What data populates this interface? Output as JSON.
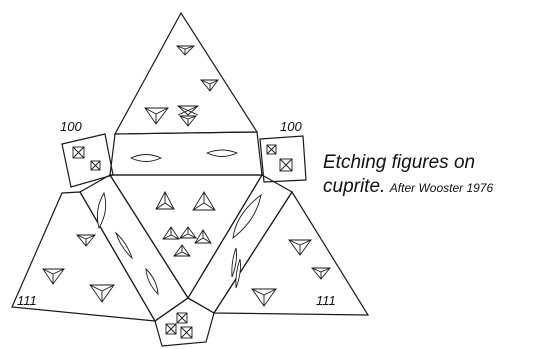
{
  "caption": {
    "line1": "Etching figures on",
    "line2": "cuprite.",
    "credit": "After Wooster 1976"
  },
  "face_labels": {
    "cube_left": "100",
    "cube_right": "100",
    "octa_left": "111",
    "octa_right": "111"
  }
}
